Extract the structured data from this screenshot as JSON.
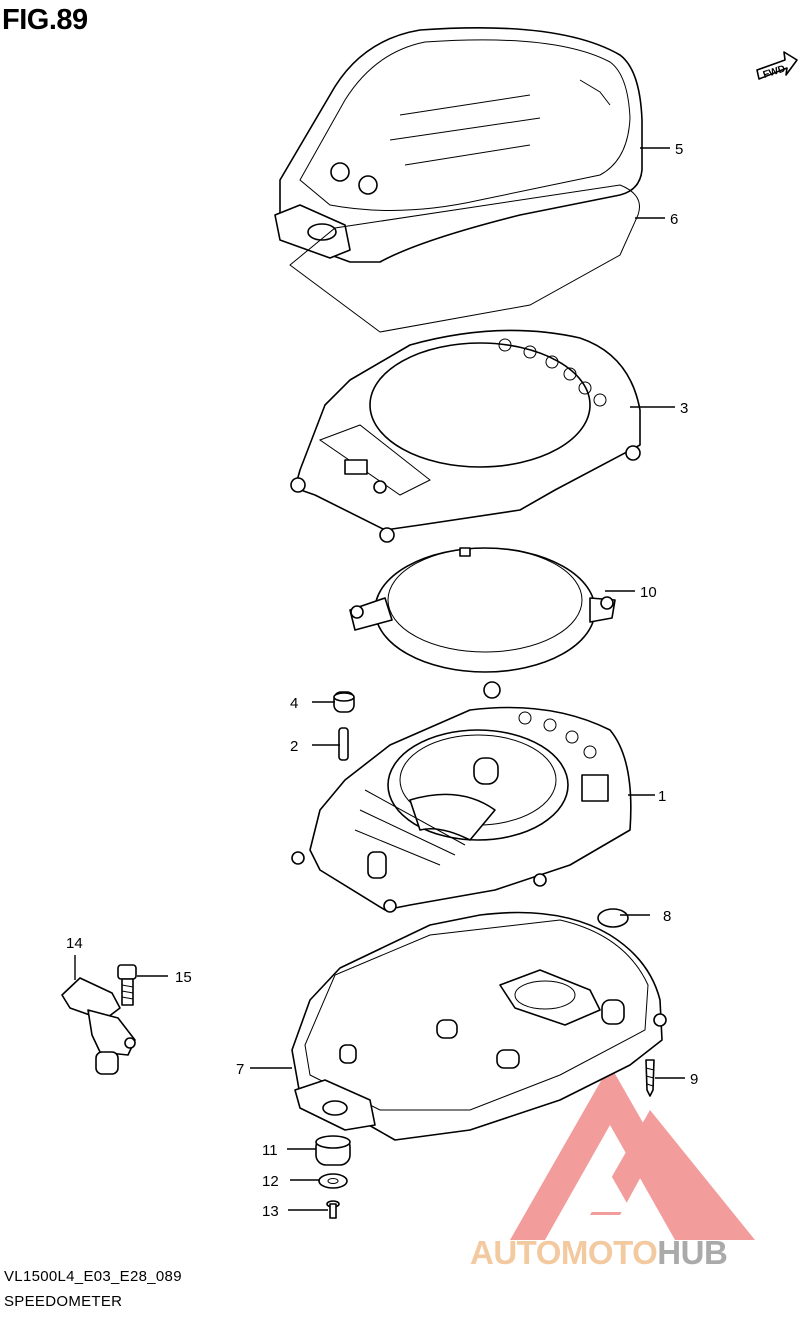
{
  "header": {
    "title": "FIG.89"
  },
  "direction": {
    "label": "FWD"
  },
  "callouts": [
    {
      "id": "5",
      "label": "5"
    },
    {
      "id": "6",
      "label": "6"
    },
    {
      "id": "3",
      "label": "3"
    },
    {
      "id": "10",
      "label": "10"
    },
    {
      "id": "4",
      "label": "4"
    },
    {
      "id": "2",
      "label": "2"
    },
    {
      "id": "1",
      "label": "1"
    },
    {
      "id": "8",
      "label": "8"
    },
    {
      "id": "14",
      "label": "14"
    },
    {
      "id": "15",
      "label": "15"
    },
    {
      "id": "7",
      "label": "7"
    },
    {
      "id": "9",
      "label": "9"
    },
    {
      "id": "11",
      "label": "11"
    },
    {
      "id": "12",
      "label": "12"
    },
    {
      "id": "13",
      "label": "13"
    }
  ],
  "footer": {
    "code": "VL1500L4_E03_E28_089",
    "name": "SPEEDOMETER"
  },
  "watermark": {
    "part1": "AUTO",
    "part2": "MOTO",
    "part3": "HUB",
    "colors": {
      "triangle": "#f28b8b",
      "text_light": "#f3c9a0",
      "text_gray": "#aaaaaa"
    }
  }
}
